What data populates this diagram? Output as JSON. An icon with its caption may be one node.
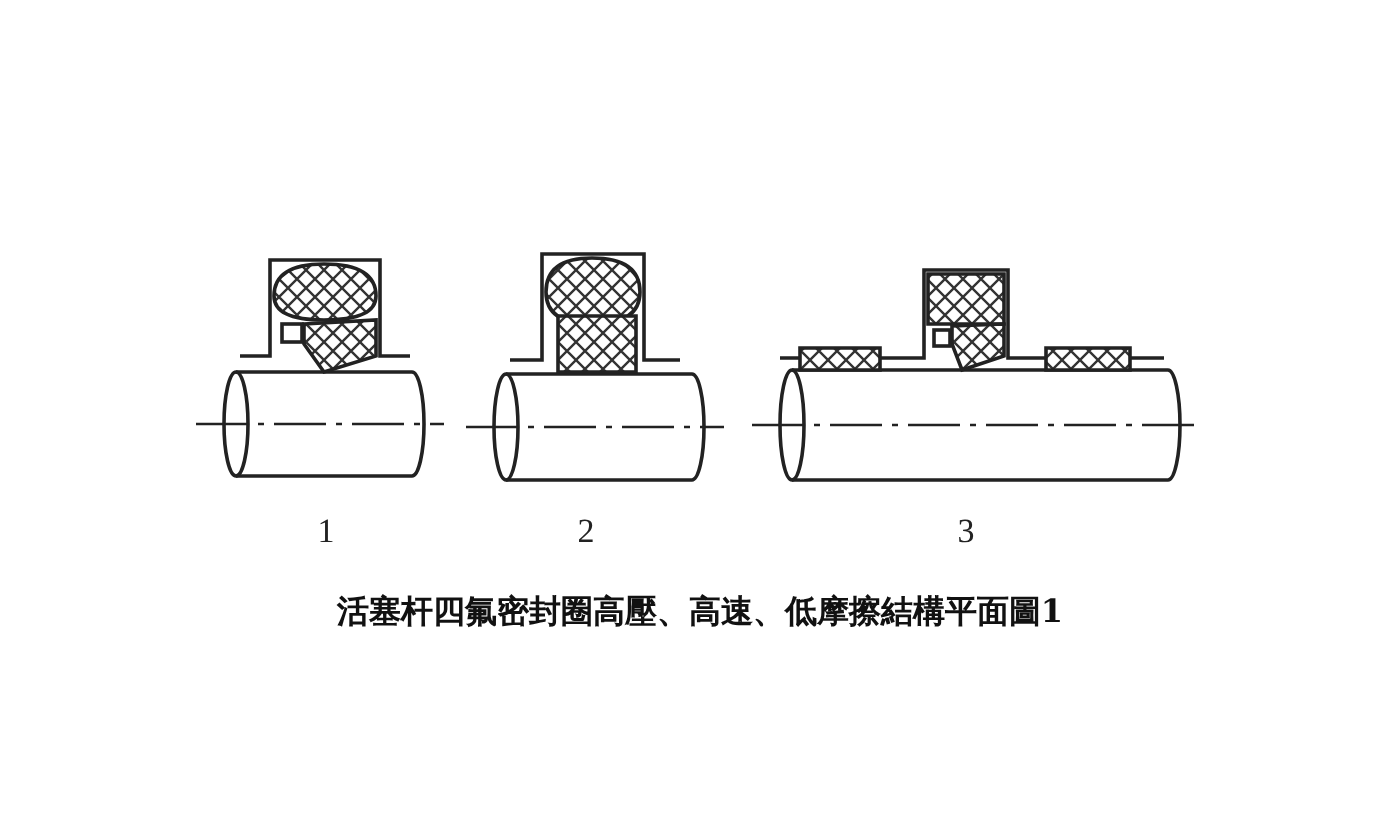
{
  "diagram": {
    "caption": "活塞杆四氟密封圈高壓、高速、低摩擦結構平面圖1",
    "labels": [
      "1",
      "2",
      "3"
    ]
  }
}
